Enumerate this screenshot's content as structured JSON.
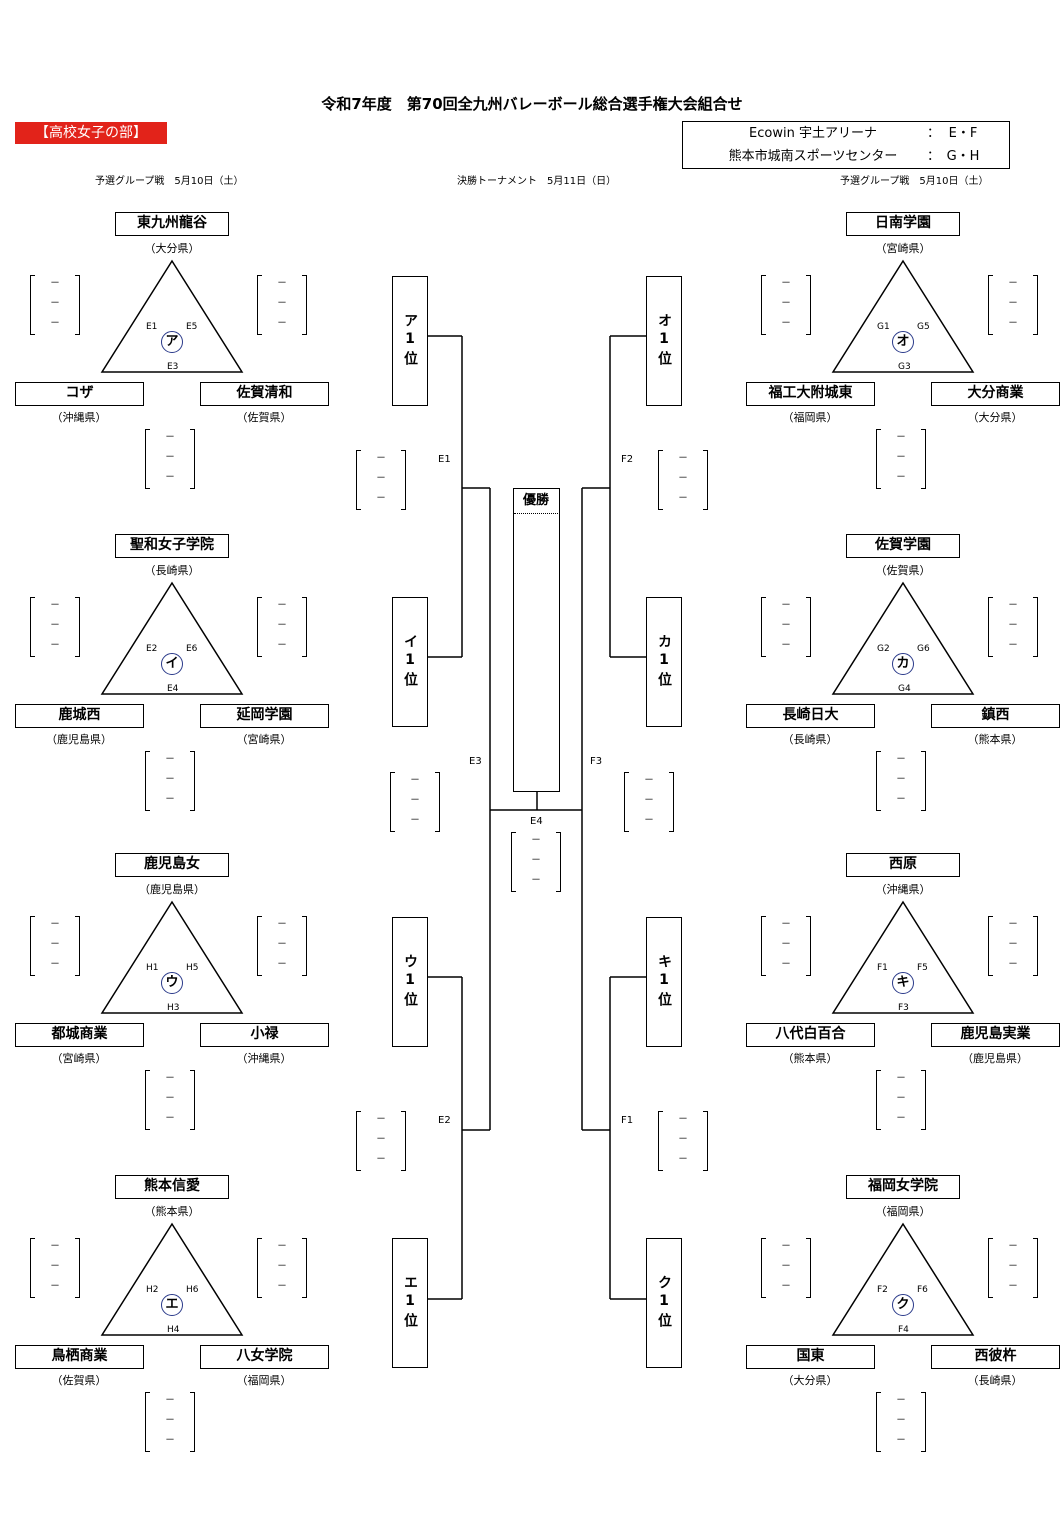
{
  "title": "令和7年度　第70回全九州バレーボール総合選手権大会組合せ",
  "category": "【高校女子の部】",
  "venues": [
    {
      "name": "Ecowin 宇土アリーナ",
      "colon": "：",
      "courts": "E・F"
    },
    {
      "name": "熊本市城南スポーツセンター",
      "colon": "：",
      "courts": "G・H"
    }
  ],
  "sessions": {
    "left": "予選グループ戦　5月10日（土）",
    "center": "決勝トーナメント　5月11日（日）",
    "right": "予選グループ戦　5月10日（土）"
  },
  "score_dash": "－",
  "champion_label": "優勝",
  "groups": [
    {
      "symbol": "ア",
      "top_team": "東九州龍谷",
      "top_pref": "（大分県）",
      "left_team": "コザ",
      "left_pref": "（沖縄県）",
      "right_team": "佐賀清和",
      "right_pref": "（佐賀県）",
      "m_left": "E1",
      "m_right": "E5",
      "m_bottom": "E3"
    },
    {
      "symbol": "イ",
      "top_team": "聖和女子学院",
      "top_pref": "（長崎県）",
      "left_team": "鹿城西",
      "left_pref": "（鹿児島県）",
      "right_team": "延岡学園",
      "right_pref": "（宮崎県）",
      "m_left": "E2",
      "m_right": "E6",
      "m_bottom": "E4"
    },
    {
      "symbol": "ウ",
      "top_team": "鹿児島女",
      "top_pref": "（鹿児島県）",
      "left_team": "都城商業",
      "left_pref": "（宮崎県）",
      "right_team": "小禄",
      "right_pref": "（沖縄県）",
      "m_left": "H1",
      "m_right": "H5",
      "m_bottom": "H3"
    },
    {
      "symbol": "エ",
      "top_team": "熊本信愛",
      "top_pref": "（熊本県）",
      "left_team": "鳥栖商業",
      "left_pref": "（佐賀県）",
      "right_team": "八女学院",
      "right_pref": "（福岡県）",
      "m_left": "H2",
      "m_right": "H6",
      "m_bottom": "H4"
    },
    {
      "symbol": "オ",
      "top_team": "日南学園",
      "top_pref": "（宮崎県）",
      "left_team": "福工大附城東",
      "left_pref": "（福岡県）",
      "right_team": "大分商業",
      "right_pref": "（大分県）",
      "m_left": "G1",
      "m_right": "G5",
      "m_bottom": "G3"
    },
    {
      "symbol": "カ",
      "top_team": "佐賀学園",
      "top_pref": "（佐賀県）",
      "left_team": "長崎日大",
      "left_pref": "（長崎県）",
      "right_team": "鎮西",
      "right_pref": "（熊本県）",
      "m_left": "G2",
      "m_right": "G6",
      "m_bottom": "G4"
    },
    {
      "symbol": "キ",
      "top_team": "西原",
      "top_pref": "（沖縄県）",
      "left_team": "八代白百合",
      "left_pref": "（熊本県）",
      "right_team": "鹿児島実業",
      "right_pref": "（鹿児島県）",
      "m_left": "F1",
      "m_right": "F5",
      "m_bottom": "F3"
    },
    {
      "symbol": "ク",
      "top_team": "福岡女学院",
      "top_pref": "（福岡県）",
      "left_team": "国東",
      "left_pref": "（大分県）",
      "right_team": "西彼杵",
      "right_pref": "（長崎県）",
      "m_left": "F2",
      "m_right": "F6",
      "m_bottom": "F4"
    }
  ],
  "winner_slots": [
    "ア1位",
    "イ1位",
    "ウ1位",
    "エ1位",
    "オ1位",
    "カ1位",
    "キ1位",
    "ク1位"
  ],
  "knockout_matches": [
    "E1",
    "E2",
    "E3",
    "F1",
    "F2",
    "F3",
    "E4"
  ]
}
